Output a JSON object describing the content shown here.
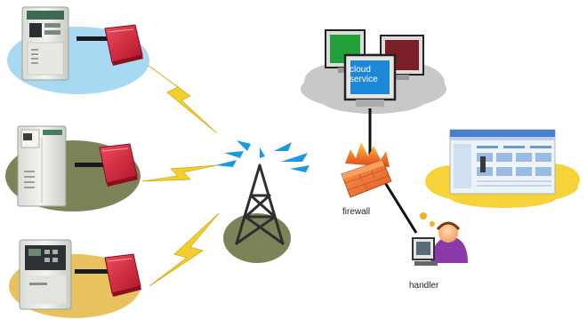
{
  "labels": {
    "cloud_service_line1": "cloud",
    "cloud_service_line2": "service",
    "firewall": "firewall",
    "handler": "handler"
  },
  "colors": {
    "field_blue": "#a9d8f2",
    "field_olive": "#7d8358",
    "field_tan": "#e8c25e",
    "cloud_gray": "#c8c8c8",
    "lightning": "#f2cf2b",
    "module_red": "#d6243a",
    "cloud_yellow": "#f7d33a",
    "screen_blue": "#1e88d8",
    "signal_blue": "#1a9ae0",
    "handler_purple": "#8a3aa8"
  },
  "icons": [
    "inverter-icon",
    "gprs-module-icon",
    "lightning-bolt-icon",
    "antenna-tower-icon",
    "signal-waves-icon",
    "monitor-icon",
    "server-cloud-icon",
    "firewall-icon",
    "operator-icon",
    "web-screenshot-icon"
  ]
}
